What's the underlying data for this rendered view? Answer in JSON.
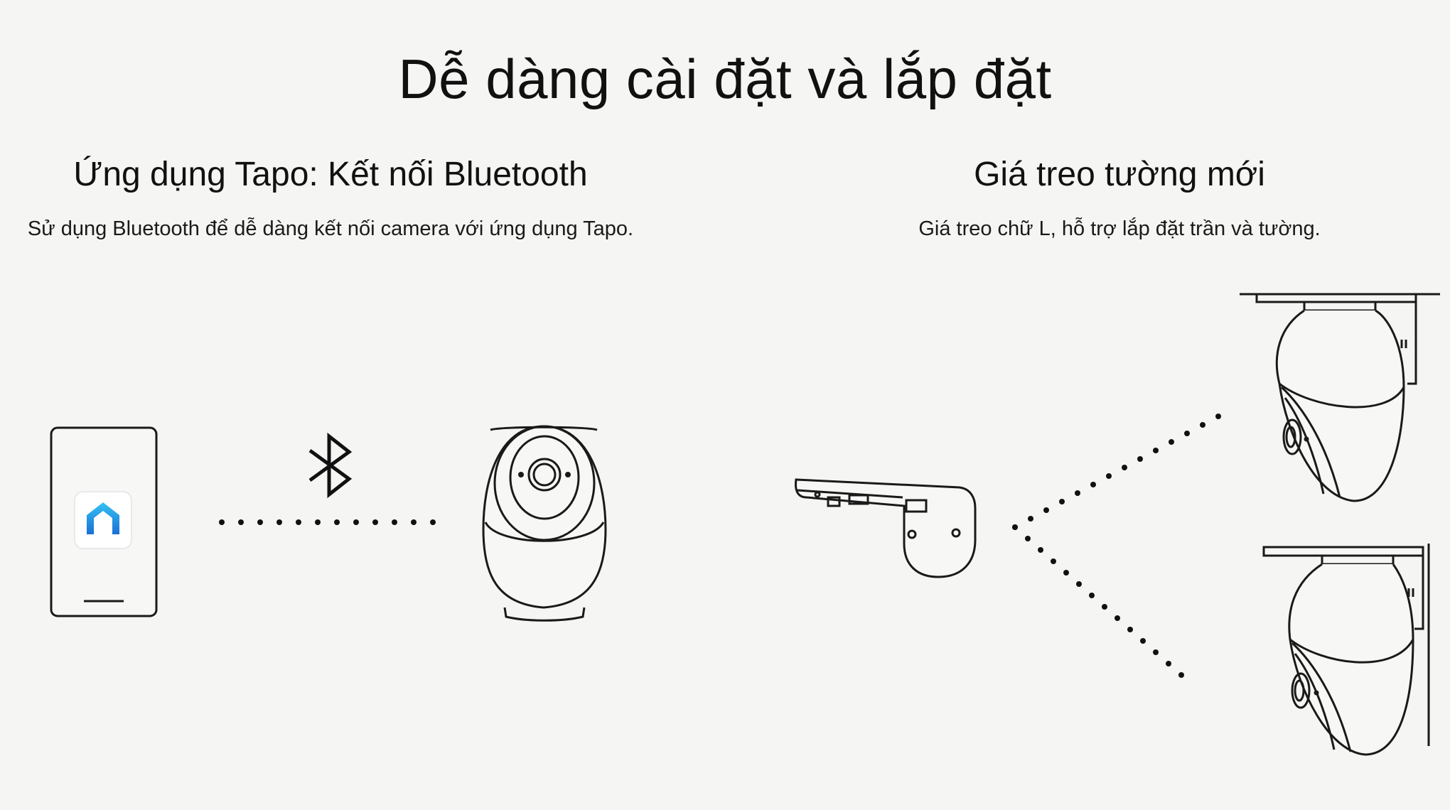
{
  "header": {
    "title": "Dễ dàng cài đặt và lắp đặt"
  },
  "left_section": {
    "title": "Ứng dụng Tapo: Kết nối Bluetooth",
    "description": "Sử dụng Bluetooth để dễ dàng kết nối camera với ứng dụng Tapo."
  },
  "right_section": {
    "title": "Giá treo tường mới",
    "description": "Giá treo chữ L, hỗ trợ lắp đặt trần và tường."
  },
  "icons": {
    "phone": "smartphone-icon",
    "app": "tapo-app-icon",
    "bluetooth": "bluetooth-icon",
    "camera": "camera-icon",
    "bracket": "wall-bracket-icon"
  },
  "colors": {
    "background": "#f5f5f3",
    "text": "#111111",
    "app_gradient_top": "#2fb6f0",
    "app_gradient_bottom": "#1a73d9"
  }
}
